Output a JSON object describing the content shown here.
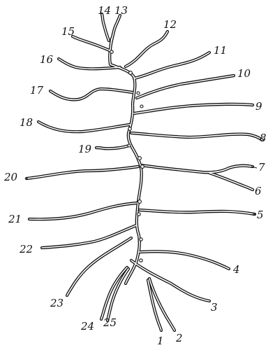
{
  "figure": {
    "labels": [
      {
        "id": "1",
        "text": "1"
      },
      {
        "id": "2",
        "text": "2"
      },
      {
        "id": "3",
        "text": "3"
      },
      {
        "id": "4",
        "text": "4"
      },
      {
        "id": "5",
        "text": "5"
      },
      {
        "id": "6",
        "text": "6"
      },
      {
        "id": "7",
        "text": "7"
      },
      {
        "id": "8",
        "text": "8"
      },
      {
        "id": "9",
        "text": "9"
      },
      {
        "id": "10",
        "text": "10"
      },
      {
        "id": "11",
        "text": "11"
      },
      {
        "id": "12",
        "text": "12"
      },
      {
        "id": "13",
        "text": "13"
      },
      {
        "id": "14",
        "text": "14"
      },
      {
        "id": "15",
        "text": "15"
      },
      {
        "id": "16",
        "text": "16"
      },
      {
        "id": "17",
        "text": "17"
      },
      {
        "id": "18",
        "text": "18"
      },
      {
        "id": "19",
        "text": "19"
      },
      {
        "id": "20",
        "text": "20"
      },
      {
        "id": "21",
        "text": "21"
      },
      {
        "id": "22",
        "text": "22"
      },
      {
        "id": "23",
        "text": "23"
      },
      {
        "id": "24",
        "text": "24"
      },
      {
        "id": "25",
        "text": "25"
      }
    ]
  }
}
